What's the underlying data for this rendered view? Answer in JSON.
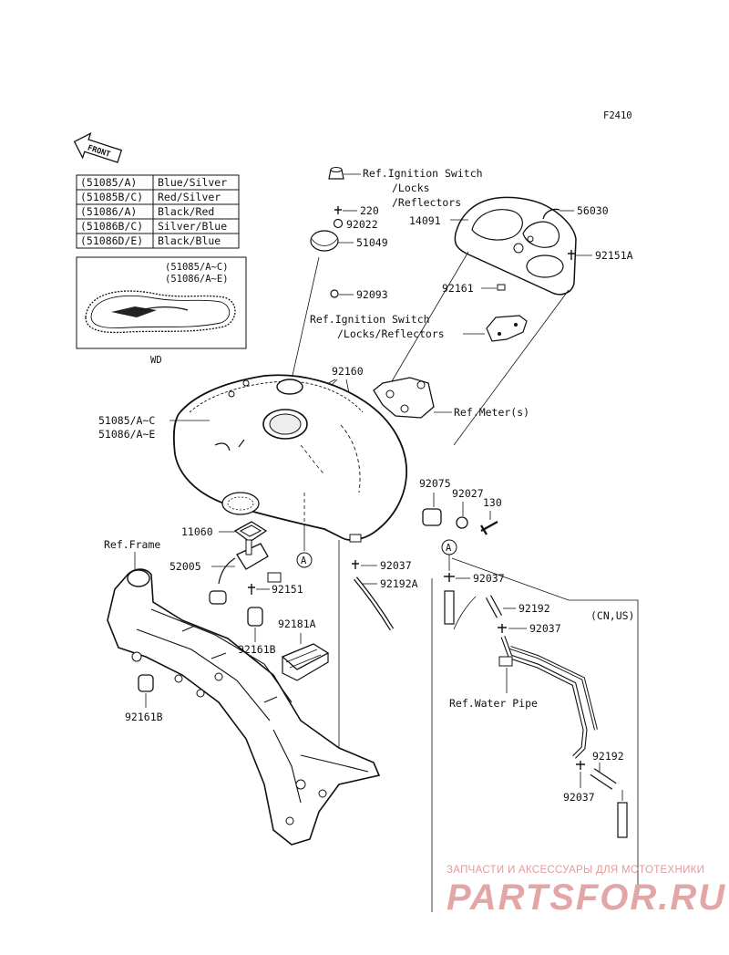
{
  "figure_code": "F2410",
  "front_label": "FRONT",
  "color_table": [
    {
      "code": "(51085/A)",
      "color": "Blue/Silver"
    },
    {
      "code": "(51085B/C)",
      "color": "Red/Silver"
    },
    {
      "code": "(51086/A)",
      "color": "Black/Red"
    },
    {
      "code": "(51086B/C)",
      "color": "Silver/Blue"
    },
    {
      "code": "(51086D/E)",
      "color": "Black/Blue"
    }
  ],
  "inset": {
    "codes": [
      "(51085/A~C)",
      "(51086/A~E)"
    ],
    "caption": "WD"
  },
  "labels": {
    "ref_ignition_1": [
      "Ref.Ignition Switch",
      "/Locks",
      "/Reflectors"
    ],
    "ref_ignition_2": [
      "Ref.Ignition Switch",
      "/Locks/Reflectors"
    ],
    "ref_meter": "Ref.Meter(s)",
    "ref_frame": "Ref.Frame",
    "ref_water_pipe": "Ref.Water Pipe",
    "tank": [
      "51085/A~C",
      "51086/A~E"
    ],
    "region": "(CN,US)",
    "marker_a": "A",
    "p220": "220",
    "p92022": "92022",
    "p51049": "51049",
    "p92093": "92093",
    "p14091": "14091",
    "p56030": "56030",
    "p92151A": "92151A",
    "p92161": "92161",
    "p92160": "92160",
    "p92075": "92075",
    "p92027": "92027",
    "p130": "130",
    "p11060": "11060",
    "p52005": "52005",
    "p92151": "92151",
    "p92037a": "92037",
    "p92192A": "92192A",
    "p92037b": "92037",
    "p92192a": "92192",
    "p92037c": "92037",
    "p92181A": "92181A",
    "p92161B_1": "92161B",
    "p92161B_2": "92161B",
    "p92192b": "92192",
    "p92037d": "92037"
  },
  "watermark": {
    "line1": "ЗАПЧАСТИ И АКСЕССУАРЫ ДЛЯ МОТОТЕХНИКИ",
    "logo": "PARTSFOR.RU"
  }
}
